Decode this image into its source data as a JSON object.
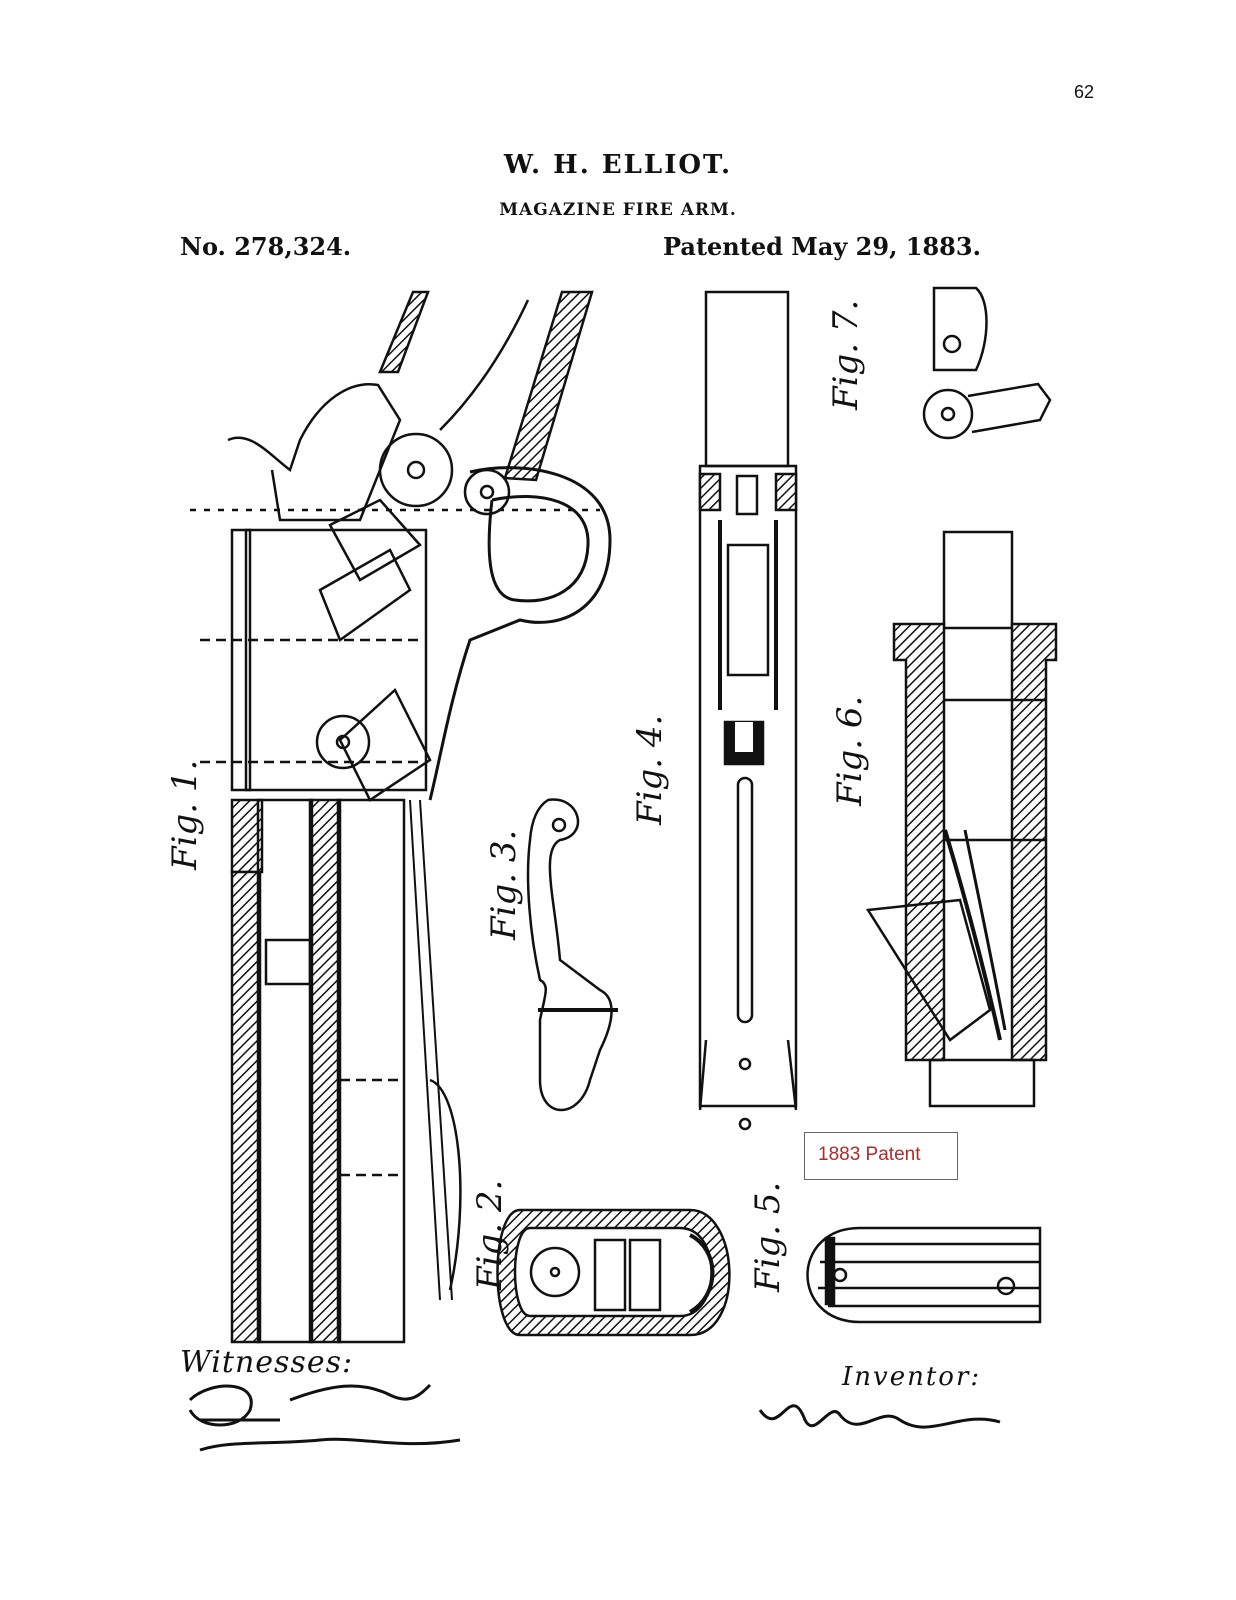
{
  "page": {
    "number": "62"
  },
  "patent": {
    "inventor_name": "W. H. ELLIOT.",
    "title": "MAGAZINE FIRE ARM.",
    "number": "No. 278,324.",
    "date": "Patented May 29, 1883."
  },
  "figures": {
    "fig1": "Fig. 1.",
    "fig2": "Fig. 2.",
    "fig3": "Fig. 3.",
    "fig4": "Fig. 4.",
    "fig5": "Fig. 5.",
    "fig6": "Fig. 6.",
    "fig7": "Fig. 7."
  },
  "caption": "1883 Patent",
  "witnesses_label": "Witnesses:",
  "inventor_label": "Inventor:",
  "signatures": {
    "witness1": "D. Lewis",
    "witness2": "H. A. Richardson",
    "inventor": "Wm H. Elliot"
  },
  "icons": [
    "drawing-ink"
  ]
}
